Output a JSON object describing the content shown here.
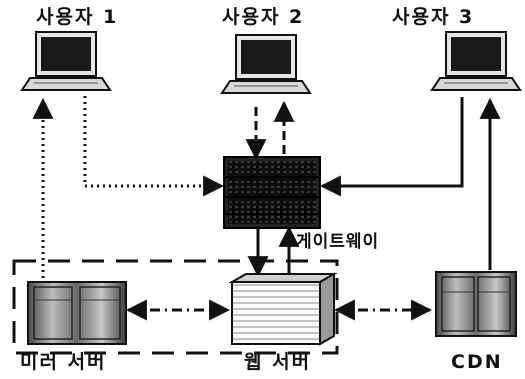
{
  "labels": {
    "user1": "사용자 1",
    "user2": "사용자 2",
    "user3": "사용자 3",
    "gateway": "게이트웨이",
    "mirror_server": "미러 서버",
    "web_server": "웹 서버",
    "cdn": "CDN"
  },
  "nodes": [
    {
      "id": "user1",
      "icon": "laptop-icon"
    },
    {
      "id": "user2",
      "icon": "laptop-icon"
    },
    {
      "id": "user3",
      "icon": "laptop-icon"
    },
    {
      "id": "gateway",
      "icon": "gateway-rack-icon"
    },
    {
      "id": "mirror_server",
      "icon": "server-rack-icon"
    },
    {
      "id": "web_server",
      "icon": "server-rack-icon"
    },
    {
      "id": "cdn",
      "icon": "server-rack-icon"
    }
  ],
  "edges": [
    {
      "from": "mirror_server",
      "to": "user1",
      "style": "dotted"
    },
    {
      "from": "user1",
      "to": "gateway",
      "style": "dotted"
    },
    {
      "from": "gateway",
      "to": "user2",
      "style": "dashed"
    },
    {
      "from": "user2",
      "to": "gateway",
      "style": "dashed"
    },
    {
      "from": "user3",
      "to": "gateway",
      "style": "solid"
    },
    {
      "from": "gateway",
      "to": "web_server",
      "style": "solid"
    },
    {
      "from": "web_server",
      "to": "gateway",
      "style": "solid"
    },
    {
      "from": "web_server",
      "to": "mirror_server",
      "style": "dash-dot"
    },
    {
      "from": "web_server",
      "to": "cdn",
      "style": "dash-dot"
    },
    {
      "from": "cdn",
      "to": "user3",
      "style": "solid"
    }
  ],
  "colors": {
    "line": "#111111",
    "screen": "#1a1a1a",
    "body": "#f2f2f2"
  }
}
